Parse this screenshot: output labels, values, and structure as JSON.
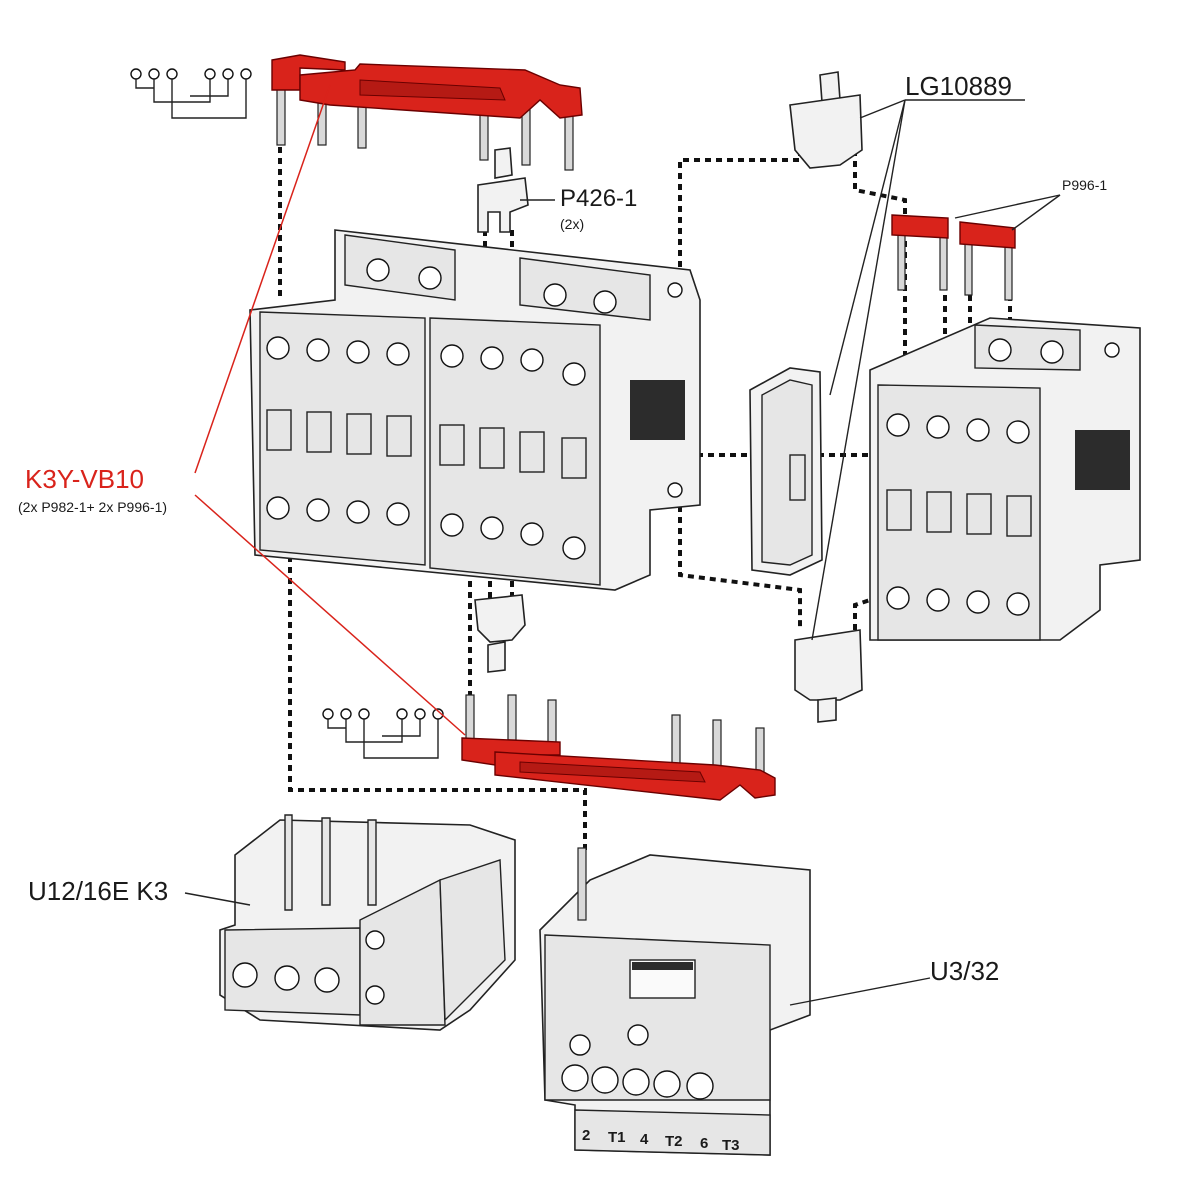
{
  "colors": {
    "accent_red": "#d9231b",
    "line": "#111111",
    "background": "#ffffff"
  },
  "labels": {
    "lg10889": "LG10889",
    "p426": "P426-1",
    "p426_qty": "(2x)",
    "p996": "P996-1",
    "k3y_title": "K3Y-VB10",
    "k3y_sub": "(2x P982-1+ 2x P996-1)",
    "u12": "U12/16E K3",
    "u3": "U3/32"
  },
  "overload_u3_terminals": [
    "2",
    "T1",
    "4",
    "T2",
    "6",
    "T3"
  ],
  "icons": {
    "wiring_symbol": "three-phase-link-symbol",
    "screw": "terminal-screw-icon"
  }
}
